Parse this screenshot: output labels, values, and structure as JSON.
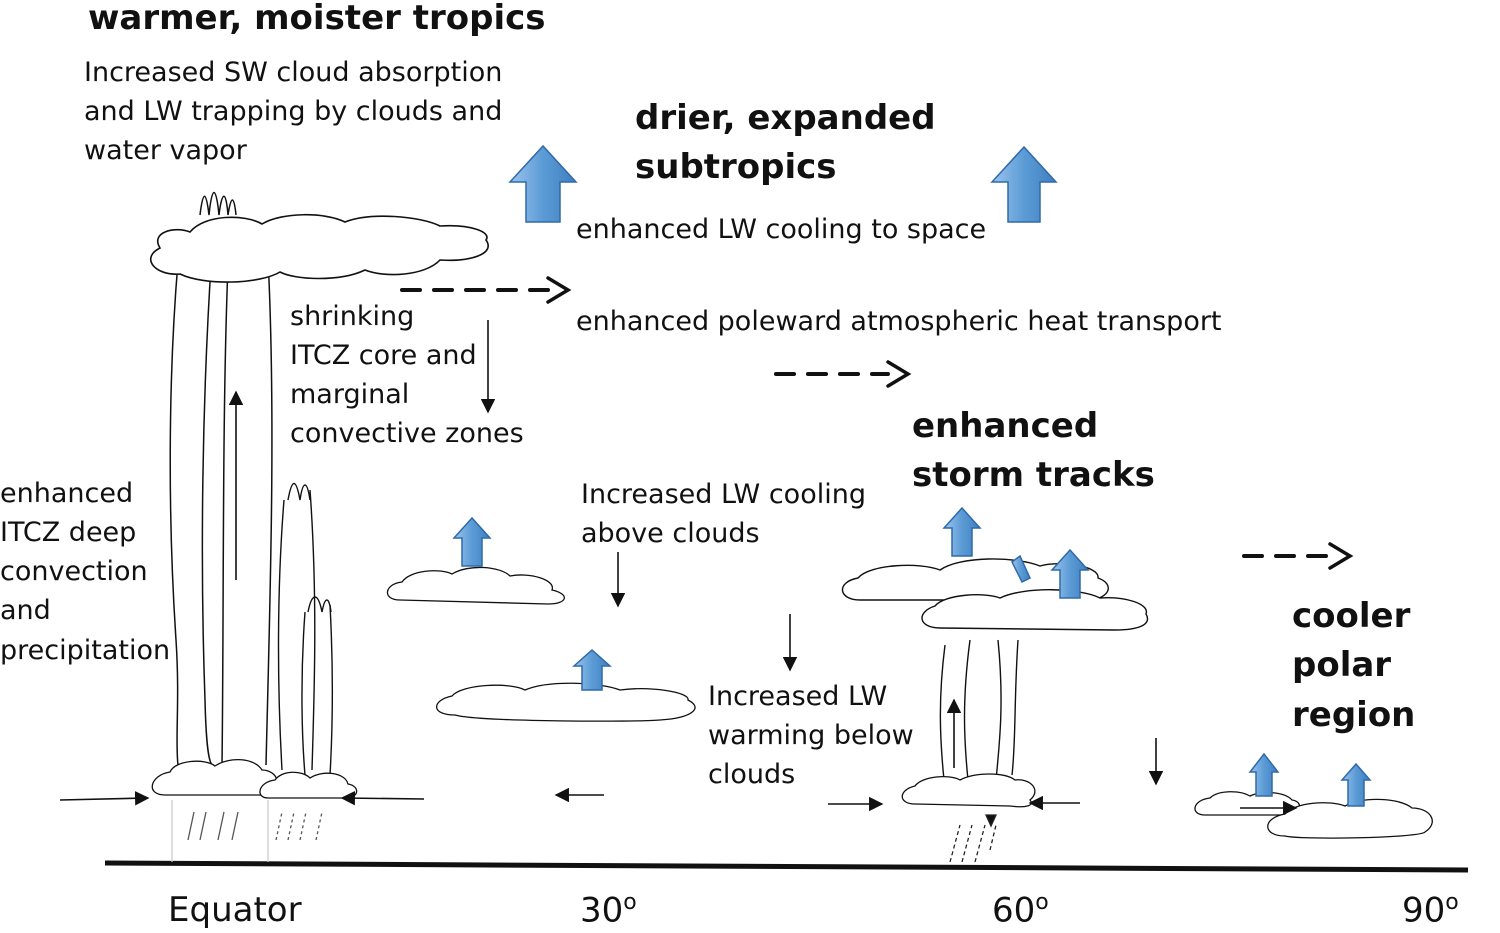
{
  "headings": {
    "tropics": "warmer, moister tropics",
    "subtropics": "drier, expanded\nsubtropics",
    "storm_tracks": "enhanced\nstorm tracks",
    "polar": "cooler\npolar region"
  },
  "notes": {
    "sw_absorption": "Increased SW cloud absorption\nand LW trapping by clouds and\nwater vapor",
    "lw_cooling_space": "enhanced LW cooling to space",
    "poleward_transport": "enhanced poleward atmospheric heat transport",
    "shrinking_itcz": "shrinking\nITCZ core and\nmarginal\nconvective zones",
    "itcz_deep": "enhanced\nITCZ deep\nconvection\nand\nprecipitation",
    "lw_cooling_above": "Increased LW cooling\nabove clouds",
    "lw_warming_below": "Increased  LW\nwarming below\nclouds"
  },
  "axis": {
    "equator": "Equator",
    "lat30": "30",
    "lat60": "60",
    "lat90": "90",
    "degree": "o"
  },
  "colors": {
    "up_arrow_fill": "#5b9bd5",
    "up_arrow_stroke": "#2f6aa8",
    "ink": "#111111"
  }
}
